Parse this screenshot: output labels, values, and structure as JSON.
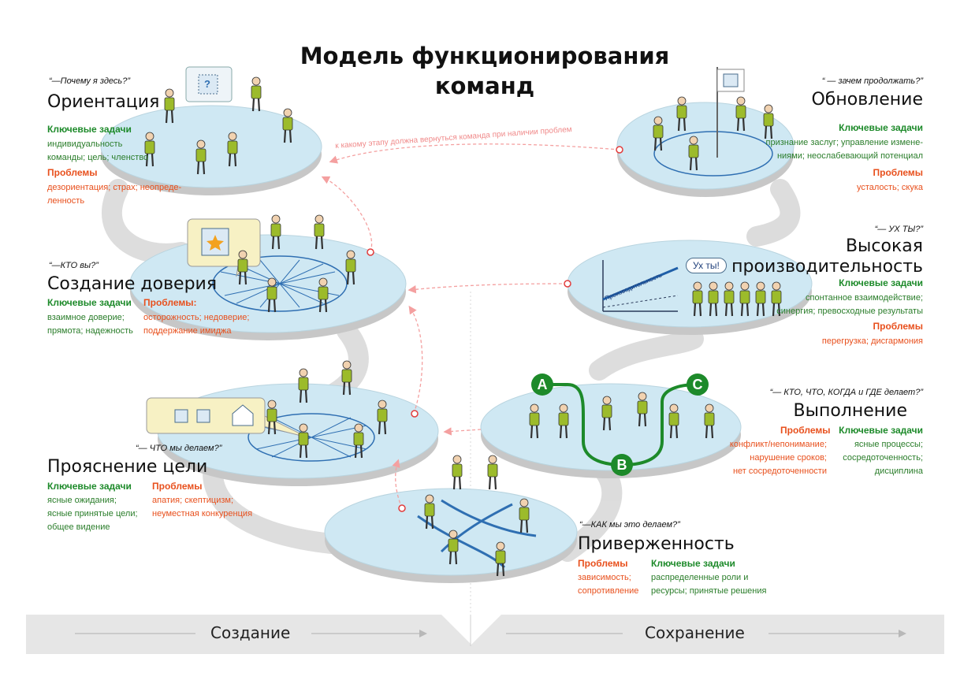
{
  "title": {
    "line1": "Модель функционирования",
    "line2": "команд"
  },
  "note": "к какому этапу должна вернуться команда при наличии проблем",
  "bottom": {
    "left": "Создание",
    "right": "Сохранение"
  },
  "bubble": "Ух ты!",
  "axis_label": "Производительность",
  "letters": {
    "a": "A",
    "b": "B",
    "c": "C"
  },
  "diagram_labels": {
    "box_q": "?"
  },
  "colors": {
    "disc": "#cfe8f3",
    "disc_edge": "#b9d4df",
    "green": "#1d8a2a",
    "red": "#e8501d",
    "person": "#9cbb2b",
    "bar": "#e6e6e6"
  },
  "stages": [
    {
      "id": "orientation",
      "question": "“—Почему я здесь?”",
      "name": "Ориентация",
      "tasks_header": "Ключевые задачи",
      "tasks": [
        "индивидуальность",
        "команды; цель; членство"
      ],
      "problems_header": "Проблемы",
      "problems": [
        "дезориентация; страх; неопреде-",
        "ленность"
      ]
    },
    {
      "id": "trust",
      "question": "“—КТО вы?”",
      "name": "Создание доверия",
      "tasks_header": "Ключевые задачи",
      "tasks": [
        "взаимное доверие;",
        "прямота; надежность"
      ],
      "problems_header": "Проблемы:",
      "problems": [
        "осторожность; недоверие;",
        "поддержание имиджа"
      ]
    },
    {
      "id": "goal",
      "question": "“— ЧТО мы делаем?”",
      "name": "Прояснение цели",
      "tasks_header": "Ключевые задачи",
      "tasks": [
        "ясные ожидания;",
        "ясные принятые цели;",
        "общее видение"
      ],
      "problems_header": "Проблемы",
      "problems": [
        "апатия; скептицизм;",
        "неуместная конкуренция"
      ]
    },
    {
      "id": "commitment",
      "question": "“—КАК мы это делаем?”",
      "name": "Приверженность",
      "tasks_header": "Ключевые задачи",
      "tasks": [
        "распределенные роли и",
        "ресурсы; принятые решения"
      ],
      "problems_header": "Проблемы",
      "problems": [
        "зависимость;",
        "сопротивление"
      ]
    },
    {
      "id": "execution",
      "question": "“— КТО, ЧТО, КОГДА и ГДЕ делает?”",
      "name": "Выполнение",
      "tasks_header": "Ключевые задачи",
      "tasks": [
        "ясные процессы;",
        "сосредоточенность;",
        "дисциплина"
      ],
      "problems_header": "Проблемы",
      "problems": [
        "конфликт/непонимание;",
        "нарушение сроков;",
        "нет сосредоточенности"
      ]
    },
    {
      "id": "performance",
      "question": "“— УХ ТЫ?”",
      "name_line1": "Высокая",
      "name_line2": "производительность",
      "tasks_header": "Ключевые задачи",
      "tasks": [
        "спонтанное взаимодействие;",
        "синергия; превосходные  результаты"
      ],
      "problems_header": "Проблемы",
      "problems": [
        "перегрузка; дисгармония"
      ]
    },
    {
      "id": "renewal",
      "question": "“ — зачем продолжать?”",
      "name": "Обновление",
      "tasks_header": "Ключевые задачи",
      "tasks": [
        "признание заслуг; управление измене-",
        "ниями; неослабевающий потенциал"
      ],
      "problems_header": "Проблемы",
      "problems": [
        "усталость; скука"
      ]
    }
  ]
}
